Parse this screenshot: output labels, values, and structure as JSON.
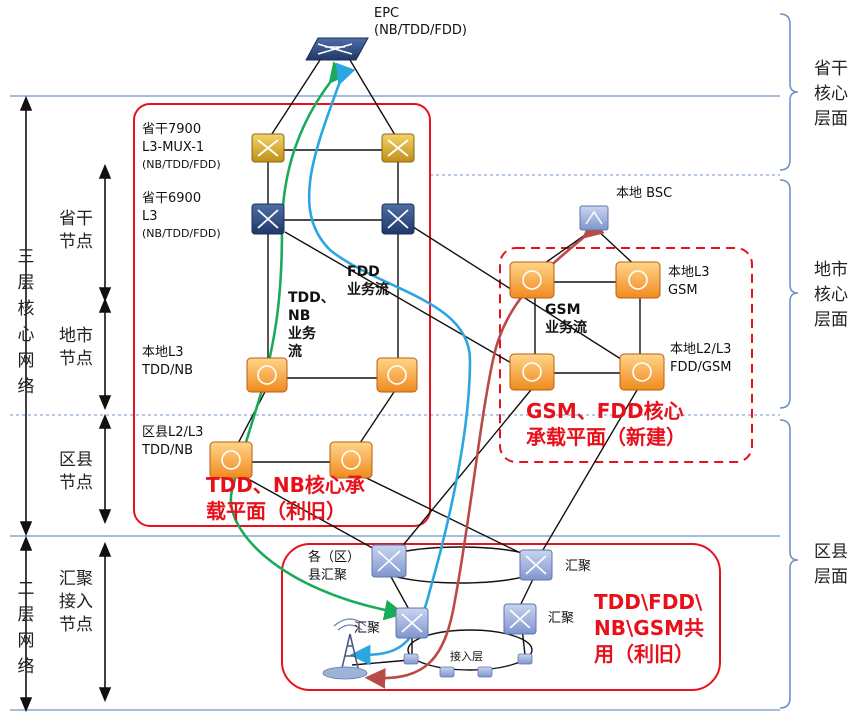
{
  "epc": {
    "name": "EPC",
    "sub": "(NB/TDD/FDD)"
  },
  "nodes": {
    "prov7900": {
      "line1": "省干7900",
      "line2": "L3-MUX-1",
      "line3": "(NB/TDD/FDD)"
    },
    "prov6900": {
      "line1": "省干6900",
      "line2": "L3",
      "line3": "(NB/TDD/FDD)"
    },
    "local_l3_tdd": {
      "line1": "本地L3",
      "line2": "TDD/NB"
    },
    "county_l2l3": {
      "line1": "区县L2/L3",
      "line2": "TDD/NB"
    },
    "local_bsc": "本地 BSC",
    "local_l3_gsm": {
      "line1": "本地L3",
      "line2": "GSM"
    },
    "local_l2l3_fdd": {
      "line1": "本地L2/L3",
      "line2": "FDD/GSM"
    },
    "county_agg": {
      "line1": "各（区）",
      "line2": "县汇聚"
    },
    "agg_right": "汇聚",
    "agg_left_low": "汇聚",
    "agg_right_low": "汇聚",
    "access_layer": "接入层"
  },
  "flows": {
    "fdd": {
      "line1": "FDD",
      "line2": "业务流"
    },
    "tdd_nb": {
      "line1": "TDD、",
      "line2": "NB",
      "line3": "业务",
      "line4": "流"
    },
    "gsm": {
      "line1": "GSM",
      "line2": "业务流"
    }
  },
  "planes": {
    "tdd_nb": {
      "line1": "TDD、NB核心承",
      "line2": "载平面（利旧）"
    },
    "gsm_fdd": {
      "line1": "GSM、FDD核心",
      "line2": "承载平面（新建）"
    },
    "shared": {
      "line1": "TDD\\FDD\\",
      "line2": "NB\\GSM共",
      "line3": "用（利旧）"
    }
  },
  "left_axis": {
    "three_layer": [
      "三",
      "层",
      "核",
      "心",
      "网",
      "络"
    ],
    "two_layer": [
      "二",
      "层",
      "网",
      "络"
    ],
    "prov_node": [
      "省干",
      "节点"
    ],
    "city_node": [
      "地市",
      "节点"
    ],
    "county_node": [
      "区县",
      "节点"
    ],
    "agg_access_node": [
      "汇聚",
      "接入",
      "节点"
    ]
  },
  "right_axis": {
    "prov_core": [
      "省干",
      "核心",
      "层面"
    ],
    "city_core": [
      "地市",
      "核心",
      "层面"
    ],
    "county": [
      "区县",
      "层面"
    ]
  },
  "colors": {
    "tdd_frame": "#e8111b",
    "green_flow": "#1aab5a",
    "blue_flow": "#2aa6e0",
    "red_flow": "#b84a48",
    "layer_line": "#6f93c8",
    "router_yellow": "#d9ad2b",
    "router_navy": "#2c4a80",
    "router_orange": "#f4a43a",
    "router_light": "#8fa6d8"
  }
}
